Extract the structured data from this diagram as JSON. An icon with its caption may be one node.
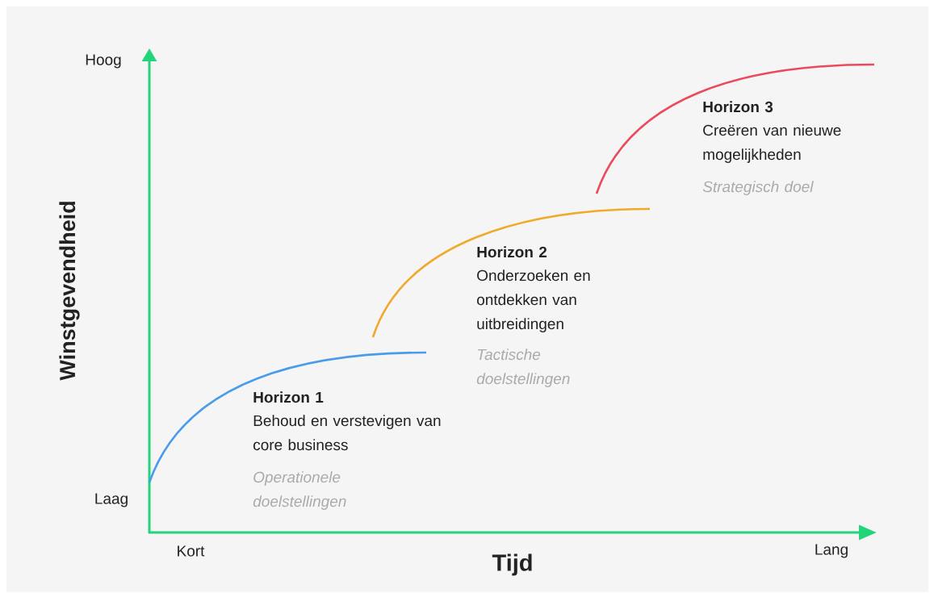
{
  "diagram": {
    "labels": [
      "Hoog",
      "Horizon 3",
      "Creëren van nieuwe mogelijkheden",
      "Strategisch doel",
      "Winstgevendheid",
      "Horizon 2",
      "Onderzoeken en ontdekken van uitbreidingen",
      "Tactische doelstellingen",
      "Horizon 1",
      "Behoud en verstevigen van core business",
      "Operationele doelstellingen",
      "Laag",
      "Kort",
      "Tijd",
      "Lang"
    ]
  }
}
